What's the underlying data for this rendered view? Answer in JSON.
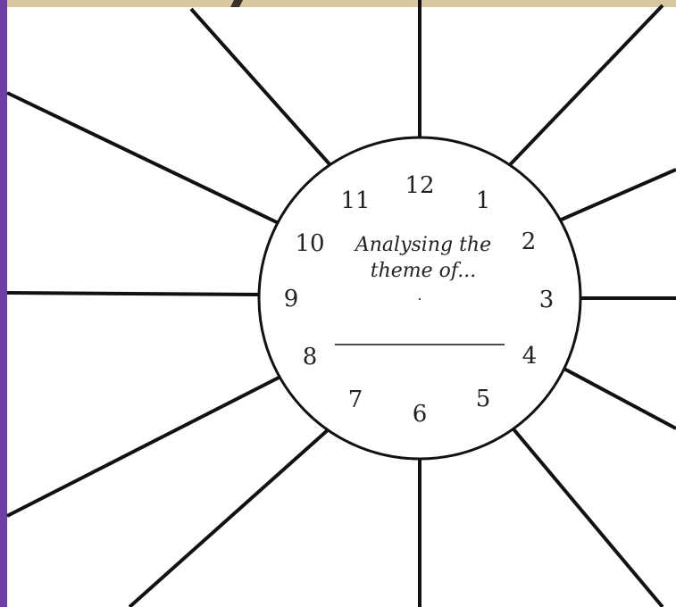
{
  "colors": {
    "left_border": "#6b3fa3",
    "top_strip": "#d9c9a3",
    "top_strip_dark": "#3a3128",
    "line": "#111111",
    "paper": "#ffffff"
  },
  "diagram": {
    "title_line1": "Analysing the",
    "title_line2": "theme of...",
    "dot": ".",
    "hour_labels": [
      "12",
      "1",
      "2",
      "3",
      "4",
      "5",
      "6",
      "7",
      "8",
      "9",
      "10",
      "11"
    ]
  }
}
